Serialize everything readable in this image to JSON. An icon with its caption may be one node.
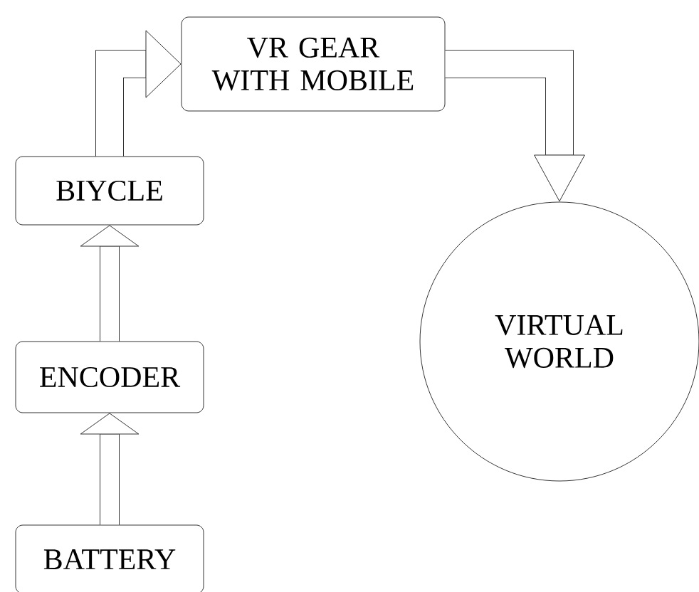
{
  "diagram": {
    "nodes": [
      {
        "text": [
          "VR GEAR WITH MOBILE"
        ]
      },
      {
        "text": [
          "BIYCLE"
        ]
      },
      {
        "text": [
          "ENCODER"
        ]
      },
      {
        "text": [
          "BATTERY"
        ]
      },
      {
        "text": [
          "VIRTUAL WORLD"
        ]
      }
    ],
    "edges": [
      {
        "from": 3,
        "to": 2,
        "arrow": "to"
      },
      {
        "from": 2,
        "to": 1,
        "arrow": "to"
      },
      {
        "from": 1,
        "to": 0,
        "arrow": "to"
      },
      {
        "from": 0,
        "to": 4,
        "arrow": "to"
      }
    ]
  }
}
